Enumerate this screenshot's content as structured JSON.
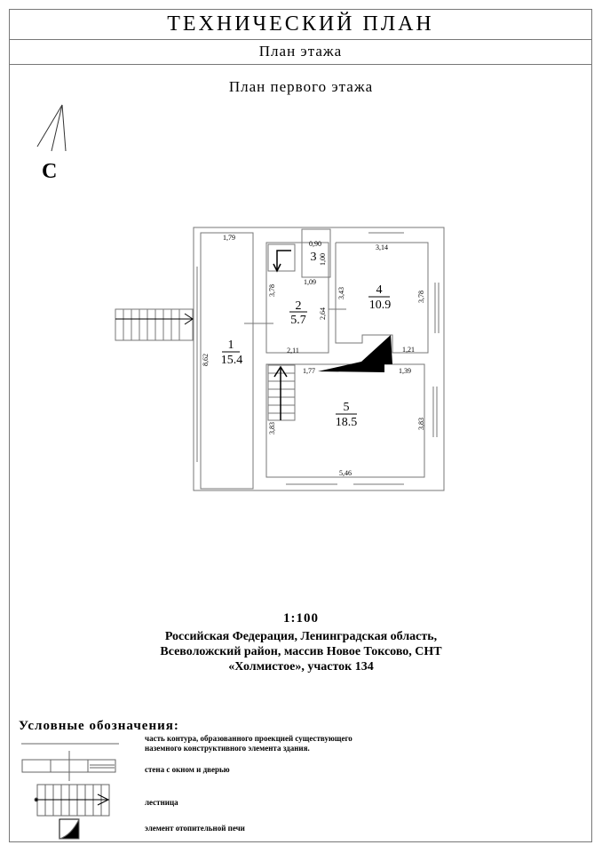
{
  "header": {
    "title": "ТЕХНИЧЕСКИЙ ПЛАН",
    "subtitle": "План этажа"
  },
  "plan": {
    "title": "План первого этажа",
    "north_label": "С",
    "rooms": [
      {
        "number": "1",
        "area": "15.4"
      },
      {
        "number": "2",
        "area": "5.7"
      },
      {
        "number": "3",
        "area": ""
      },
      {
        "number": "4",
        "area": "10.9"
      },
      {
        "number": "5",
        "area": "18.5"
      }
    ],
    "dimensions": [
      "1,79",
      "8,62",
      "0,90",
      "1,00",
      "3,14",
      "1,09",
      "3,78",
      "3,43",
      "2,64",
      "3,78",
      "2,11",
      "1,21",
      "1,77",
      "1,39",
      "3,83",
      "3,83",
      "5,46"
    ]
  },
  "footer": {
    "scale": "1:100",
    "address_lines": [
      "Российская Федерация, Ленинградская область,",
      "Всеволожский район, массив Новое Токсово, СНТ",
      "«Холмистое», участок 134"
    ]
  },
  "legend": {
    "title": "Условные обозначения:",
    "items": [
      {
        "label_lines": [
          "часть контура, образованного проекцией существующего",
          "наземного конструктивного элемента здания."
        ]
      },
      {
        "label_lines": [
          "стена с окном и дверью"
        ]
      },
      {
        "label_lines": [
          "лестница"
        ]
      },
      {
        "label_lines": [
          "элемент отопительной печи"
        ]
      }
    ]
  }
}
